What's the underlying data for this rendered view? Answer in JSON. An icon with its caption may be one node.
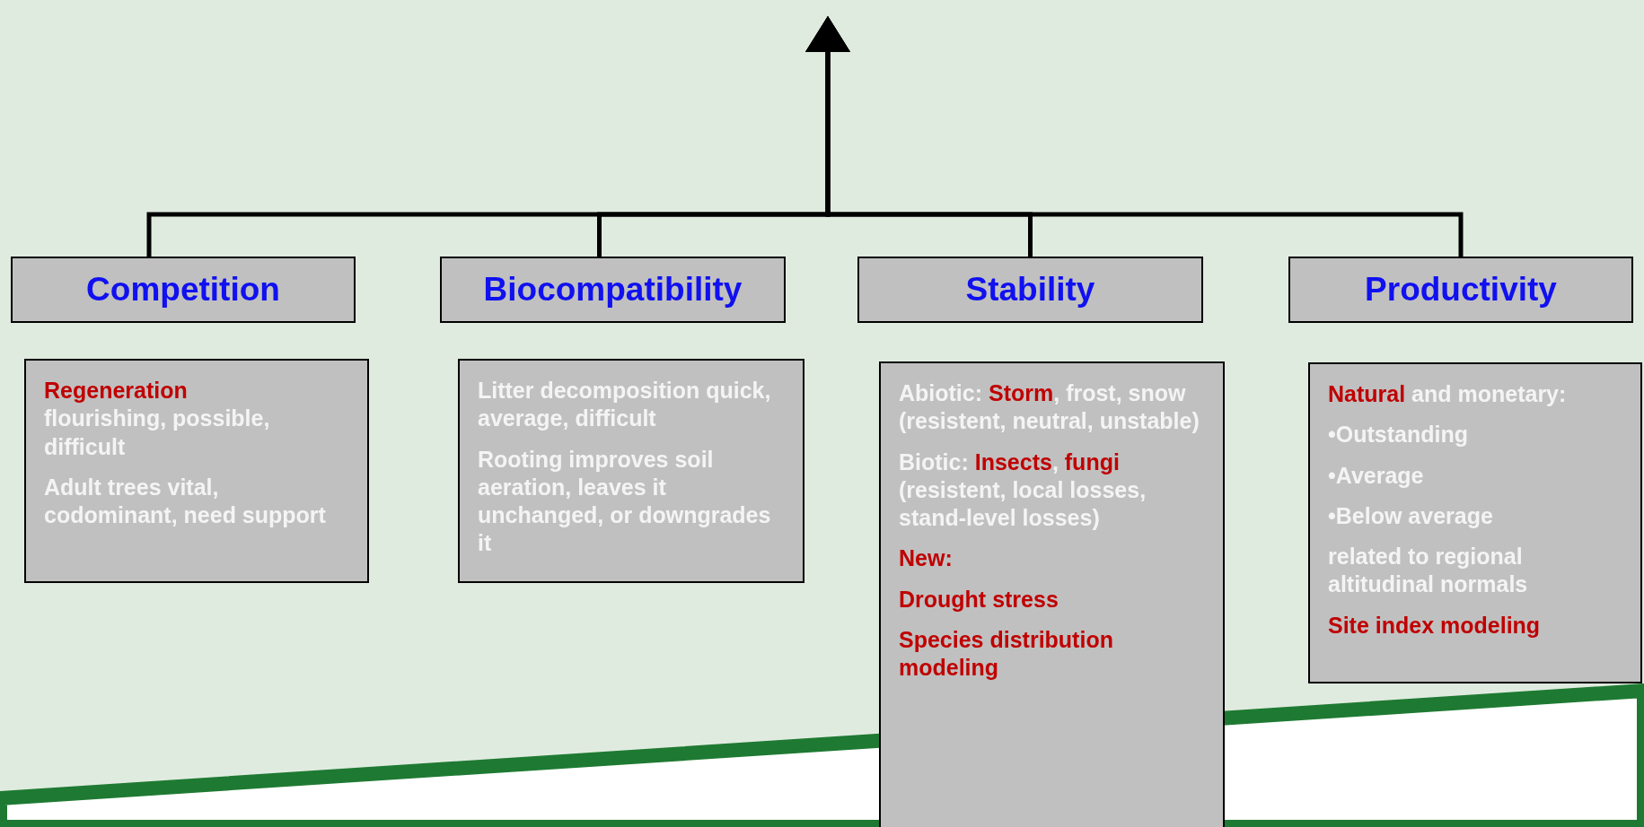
{
  "diagram": {
    "nodes": [
      {
        "text": [
          "Competition"
        ]
      },
      {
        "text": [
          "Biocompatibility"
        ]
      },
      {
        "text": [
          "Stability"
        ]
      },
      {
        "text": [
          "Productivity"
        ]
      },
      {
        "text": [
          "**Regeneration**",
          "flourishing, possible, difficult",
          "Adult trees vital, codominant, need support"
        ]
      },
      {
        "text": [
          "Litter decomposition quick, average, difficult",
          "Rooting improves soil aeration, leaves it unchanged, or downgrades it"
        ]
      },
      {
        "text": [
          "Abiotic: **Storm**, frost, snow (resistent, neutral, unstable)",
          "Biotic: **Insects**, **fungi** (resistent, local losses, stand-level losses)",
          "**New:**",
          "**Drought stress**",
          "**Species distribution modeling**"
        ]
      },
      {
        "text": [
          "**Natural** and monetary:",
          "•Outstanding",
          "•Average",
          "•Below average",
          "related to regional altitudinal normals",
          "**Site index modeling**"
        ]
      }
    ],
    "edges": [
      {
        "from": 0,
        "to": null,
        "arrow": "to"
      },
      {
        "from": 1,
        "to": null,
        "arrow": "to"
      },
      {
        "from": 2,
        "to": null,
        "arrow": "to"
      },
      {
        "from": 3,
        "to": null,
        "arrow": "to"
      }
    ]
  }
}
